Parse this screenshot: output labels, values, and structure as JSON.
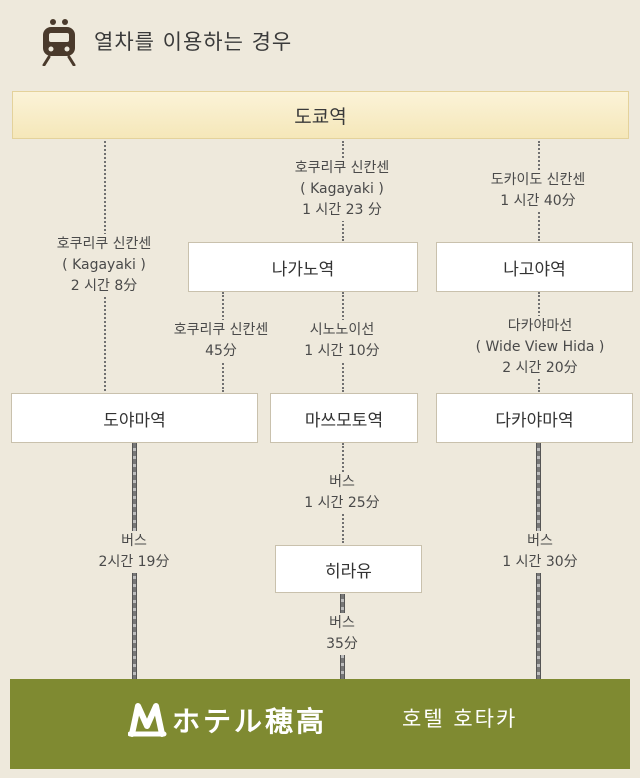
{
  "header": {
    "title": "열차를 이용하는 경우",
    "icon": "train-icon"
  },
  "colors": {
    "background": "#eee9dc",
    "topbar": "#f5e7b9",
    "footer": "#7f8a31"
  },
  "stations": {
    "tokyo": "도쿄역",
    "nagano": "나가노역",
    "nagoya": "나고야역",
    "toyama": "도야마역",
    "matsumoto": "마쓰모토역",
    "takayama": "다카야마역",
    "hirayu": "히라유"
  },
  "routes": {
    "tokyo_nagano": [
      "호쿠리쿠 신칸센",
      "( Kagayaki )",
      "1 시간 23 分"
    ],
    "tokyo_nagoya": [
      "도카이도 신칸센",
      "1 시간 40分"
    ],
    "tokyo_toyama": [
      "호쿠리쿠 신칸센",
      "( Kagayaki )",
      "2 시간 8分"
    ],
    "nagano_toyama": [
      "호쿠리쿠 신칸센",
      "45分"
    ],
    "nagano_matsumoto": [
      "시노노이선",
      "1 시간 10分"
    ],
    "nagoya_takayama": [
      "다카야마선",
      "( Wide View Hida )",
      "2 시간 20分"
    ],
    "matsumoto_hirayu": [
      "버스",
      "1 시간 25分"
    ],
    "toyama_hotel": [
      "버스",
      "2시간 19分"
    ],
    "hirayu_hotel": [
      "버스",
      "35分"
    ],
    "takayama_hotel": [
      "버스",
      "1 시간 30分"
    ]
  },
  "footer": {
    "logo_text": "ホテル穂高",
    "hotel_ko": "호텔 호타카"
  }
}
